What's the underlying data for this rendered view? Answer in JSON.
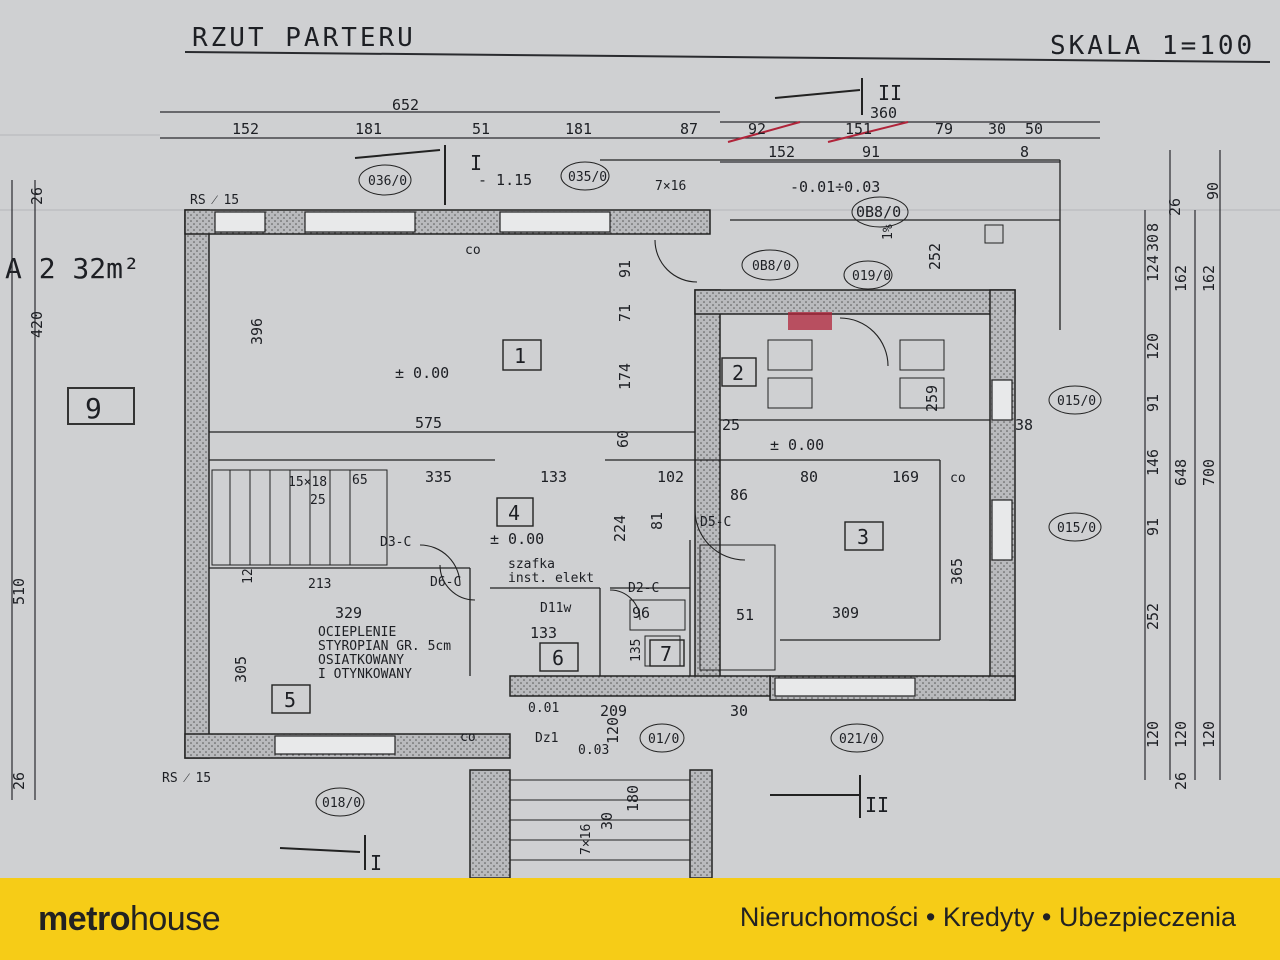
{
  "plan": {
    "title": "RZUT PARTERU",
    "scale": "SKALA 1=100",
    "handwritten_area": "A 2 32m²",
    "handwritten_number": "9",
    "section_marks": [
      "I",
      "I",
      "II",
      "II"
    ],
    "top_dims": [
      "652",
      "152",
      "181",
      "51",
      "181",
      "87",
      "92",
      "151",
      "360",
      "79",
      "30",
      "50",
      "152",
      "91",
      "8"
    ],
    "right_dims": [
      "90",
      "26",
      "8",
      "30",
      "124",
      "162",
      "162",
      "120",
      "91",
      "146",
      "648",
      "700",
      "91",
      "252",
      "120",
      "120",
      "120",
      "26"
    ],
    "left_dims": [
      "26",
      "420",
      "510",
      "26"
    ],
    "rooms": [
      "1",
      "2",
      "3",
      "4",
      "5",
      "6",
      "7"
    ],
    "levels": [
      "- 1.15",
      "± 0.00",
      "± 0.00",
      "± 0.00",
      "-0.01÷0.03",
      "0.01",
      "0.03"
    ],
    "door_labels": [
      "D3-C",
      "D6-C",
      "D5-C",
      "D11w",
      "D2-C",
      "Dz1"
    ],
    "window_labels": [
      "036/0",
      "035/0",
      "0B8/0",
      "0B8/0",
      "019/0",
      "015/0",
      "015/0",
      "021/0",
      "01/0",
      "018/0"
    ],
    "inner_dims": [
      "396",
      "575",
      "335",
      "133",
      "102",
      "25",
      "86",
      "80",
      "169",
      "329",
      "305",
      "309",
      "365",
      "252",
      "259",
      "174",
      "71",
      "91",
      "224",
      "81",
      "60",
      "65",
      "25",
      "213",
      "12",
      "133",
      "96",
      "51",
      "209",
      "30",
      "38",
      "180",
      "30",
      "120",
      "135"
    ],
    "notes": [
      "szafka",
      "inst. elekt",
      "OCIEPLENIE",
      "STYROPIAN GR. 5cm",
      "OSIATKOWANY",
      "I OTYNKOWANY",
      "RS ⁄ 15",
      "RS ⁄ 15",
      "co",
      "co",
      "co",
      "15×18",
      "7×16",
      "7×16",
      "1%"
    ]
  },
  "footer": {
    "brand_bold": "metro",
    "brand_light": "house",
    "tagline": "Nieruchomości • Kredyty • Ubezpieczenia"
  },
  "colors": {
    "footer_bg": "#f6cc17",
    "paper": "#cfd0d2",
    "ink": "#1d1f24",
    "red_correction": "#b0243a"
  }
}
